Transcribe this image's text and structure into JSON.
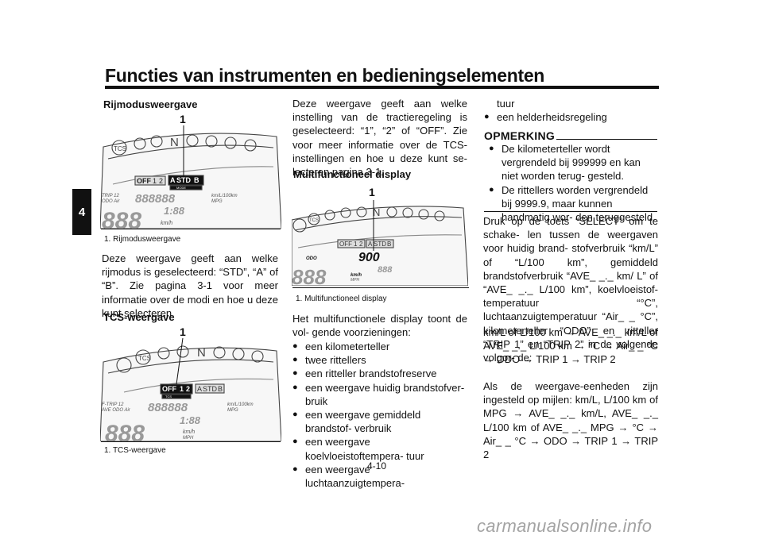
{
  "page_title": "Functies van instrumenten en bedieningselementen",
  "chapter_tab": "4",
  "left": {
    "h_rijmodus": "Rijmodusweergave",
    "fig1": {
      "callout": "1",
      "caption": "1.  Rijmodusweergave"
    },
    "p_rijmodus": "Deze weergave geeft aan welke rijmodus is geselecteerd: “STD”, “A” of “B”. Zie pagina 3-1 voor meer informatie over de modi en hoe u deze kunt selecteren.",
    "h_tcs": "TCS-weergave",
    "fig2": {
      "callout": "1",
      "caption": "1.  TCS-weergave"
    }
  },
  "middle": {
    "p_tcs": "Deze weergave geeft aan welke instelling van de tractieregeling is geselecteerd: “1”, “2” of “OFF”. Zie voor meer informatie over de TCS-instellingen en hoe u deze kunt se- lecteren pagina 3-1.",
    "h_multi": "Multifunctioneel display",
    "fig3": {
      "callout": "1",
      "caption": "1.  Multifunctioneel display"
    },
    "p_multi": "Het multifunctionele display toont de vol- gende voorzieningen:",
    "bullets": [
      "een kilometerteller",
      "twee rittellers",
      "een ritteller brandstofreserve",
      "een weergave huidig brandstofver- bruik",
      "een weergave gemiddeld brandstof- verbruik",
      "een weergave koelvloeistoftempera- tuur",
      "een weergave luchtaanzuigtempera-"
    ]
  },
  "right": {
    "cont_line": "tuur",
    "bullet_last": "een helderheidsregeling",
    "opmerking": "OPMERKING",
    "notes": [
      "De kilometerteller wordt vergrendeld bij 999999 en kan niet worden terug- gesteld.",
      "De rittellers worden vergrendeld bij 9999.9, maar kunnen handmatig wor- den teruggesteld."
    ],
    "p_select": "Druk op de toets “SELECT” om te schake- len tussen de weergaven voor huidig brand- stofverbruik “km/L” of “L/100 km”, gemiddeld brandstofverbruik “AVE_ _._ km/ L” of “AVE_ _._ L/100 km”, koelvloeistof- temperatuur “°C”, luchtaanzuigtemperatuur “Air_ _ °C”, kilometerteller “ODO” en ritteller “TRIP 1” en “TRIP 2” in de volgende volgor- de:",
    "p_seq": "km/L of L/100 km → AVE_ _._ km/L of AVE_ _._ L/100 km → °C → Air_ _ °C → ODO → TRIP 1 → TRIP 2",
    "p_miles": "Als de weergave-eenheden zijn ingesteld op mijlen: km/L, L/100 km of MPG → AVE_ _._ km/L, AVE_ _._ L/100 km of AVE_ _._ MPG → °C → Air_ _ °C → ODO → TRIP 1 → TRIP 2"
  },
  "page_number": "4-10",
  "watermark": "carmanualsonline.info",
  "dash": {
    "tcs_logo": "TCS",
    "n_symbol": "N",
    "off": "OFF",
    "one": "1",
    "two": "2",
    "mode_a": "A",
    "mode_std": "STD",
    "mode_b": "B",
    "tcs_lbl": "TCS",
    "mode_lbl": "MODE",
    "trip12": "TRIP 12",
    "odo_air": "ODO Air",
    "ftrip": "F-TRIP 12",
    "ave_odo_air": "AVE ODO Air",
    "odo": "ODO",
    "kml": "km/L/100km",
    "mpg": "MPG",
    "kmh": "km/h",
    "mph": "MPH",
    "segs": "888888",
    "clock": "1:88",
    "speed": "888",
    "odo_digits": "900",
    "odo_small": "888"
  }
}
